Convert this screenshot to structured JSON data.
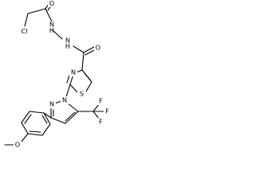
{
  "molecule": {
    "atom_labels": {
      "chlorine": "Cl",
      "carbonyl_oxygen_top": "O",
      "hydrazide_nh_1": "N",
      "hydrazide_h_1": "H",
      "hydrazide_nh_2": "N",
      "hydrazide_h_2": "H",
      "carbonyl_oxygen_right": "O",
      "thiazole_sulfur": "S",
      "thiazole_nitrogen": "N",
      "pyrazole_nitrogen_1": "N",
      "pyrazole_nitrogen_2": "N",
      "methoxy_oxygen": "O",
      "trifluoro_f1": "F",
      "trifluoro_f2": "F",
      "trifluoro_f3": "F"
    },
    "bond_color": "#000000",
    "background_color": "#ffffff"
  }
}
